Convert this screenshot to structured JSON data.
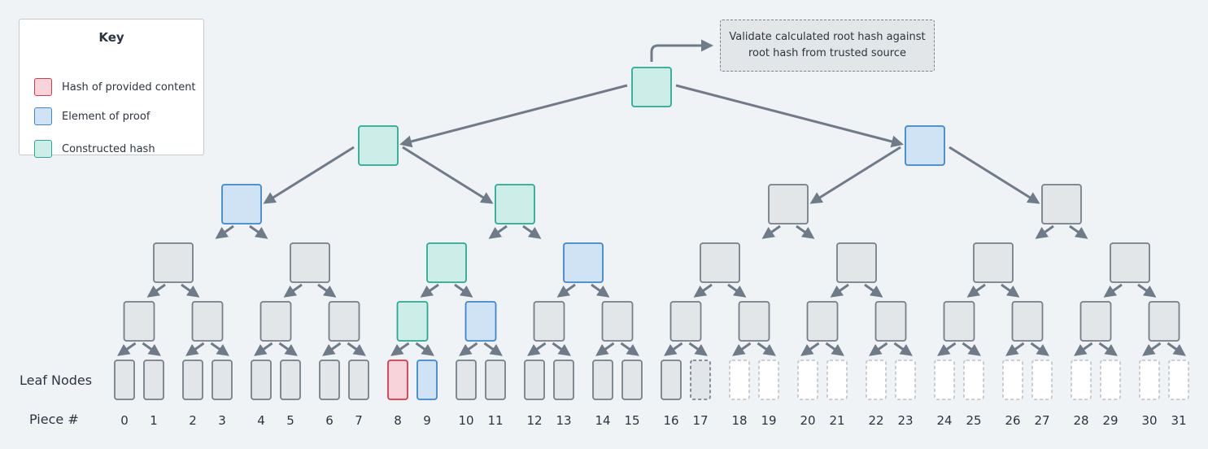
{
  "legend": {
    "title": "Key",
    "items": [
      {
        "label": "Hash of provided content",
        "fill": "#f8d4da",
        "stroke": "#d33a4c"
      },
      {
        "label": "Element of proof",
        "fill": "#d0e3f5",
        "stroke": "#3d87cf"
      },
      {
        "label": "Constructed hash",
        "fill": "#cdeee8",
        "stroke": "#2aa894"
      }
    ]
  },
  "callout": {
    "line1": "Validate calculated root hash against",
    "line2": "root hash from trusted source"
  },
  "labels": {
    "leaf_nodes": "Leaf Nodes",
    "piece_number": "Piece #"
  },
  "pieces": [
    "0",
    "1",
    "2",
    "3",
    "4",
    "5",
    "6",
    "7",
    "8",
    "9",
    "10",
    "11",
    "12",
    "13",
    "14",
    "15",
    "16",
    "17",
    "18",
    "19",
    "20",
    "21",
    "22",
    "23",
    "24",
    "25",
    "26",
    "27",
    "28",
    "29",
    "30",
    "31"
  ],
  "colors": {
    "background": "#f0f3f6",
    "default_fill": "#e3e6e9",
    "default_stroke": "#767e87",
    "arrow": "#6f7b88",
    "provided": "#d33a4c",
    "proof": "#3d87cf",
    "constructed": "#2aa894"
  },
  "tree": {
    "levels": [
      [
        "constructed"
      ],
      [
        "constructed",
        "proof"
      ],
      [
        "proof",
        "constructed",
        "default",
        "default"
      ],
      [
        "default",
        "default",
        "constructed",
        "proof",
        "default",
        "default",
        "default",
        "default"
      ],
      [
        "default",
        "default",
        "default",
        "default",
        "constructed",
        "proof",
        "default",
        "default",
        "default",
        "default",
        "default",
        "default",
        "default",
        "default",
        "default",
        "default"
      ],
      [
        "default",
        "default",
        "default",
        "default",
        "default",
        "default",
        "default",
        "default",
        "provided",
        "proof",
        "default",
        "default",
        "default",
        "default",
        "default",
        "default",
        "default",
        "dashed-gray",
        "empty",
        "empty",
        "empty",
        "empty",
        "empty",
        "empty",
        "empty",
        "empty",
        "empty",
        "empty",
        "empty",
        "empty",
        "empty",
        "empty"
      ]
    ]
  }
}
